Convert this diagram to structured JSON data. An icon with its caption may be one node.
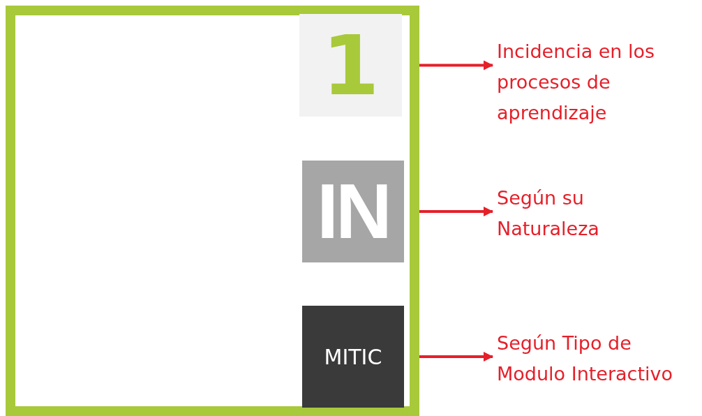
{
  "diagram": {
    "nodes": [
      {
        "text": [],
        "shape": "box"
      },
      {
        "text": [
          "1"
        ],
        "in": 0
      },
      {
        "text": [
          "IN"
        ],
        "in": 0
      },
      {
        "text": [
          "MITIC"
        ],
        "in": 0
      },
      {
        "text": [
          "Incidencia en los procesos de aprendizaje"
        ]
      },
      {
        "text": [
          "Según su Naturaleza"
        ]
      },
      {
        "text": [
          "Según Tipo de Modulo Interactivo"
        ]
      }
    ],
    "edges": [
      {
        "from": 1,
        "to": 4,
        "arrow": "to"
      },
      {
        "from": 2,
        "to": 5,
        "arrow": "to"
      },
      {
        "from": 3,
        "to": 6,
        "arrow": "to"
      }
    ]
  }
}
